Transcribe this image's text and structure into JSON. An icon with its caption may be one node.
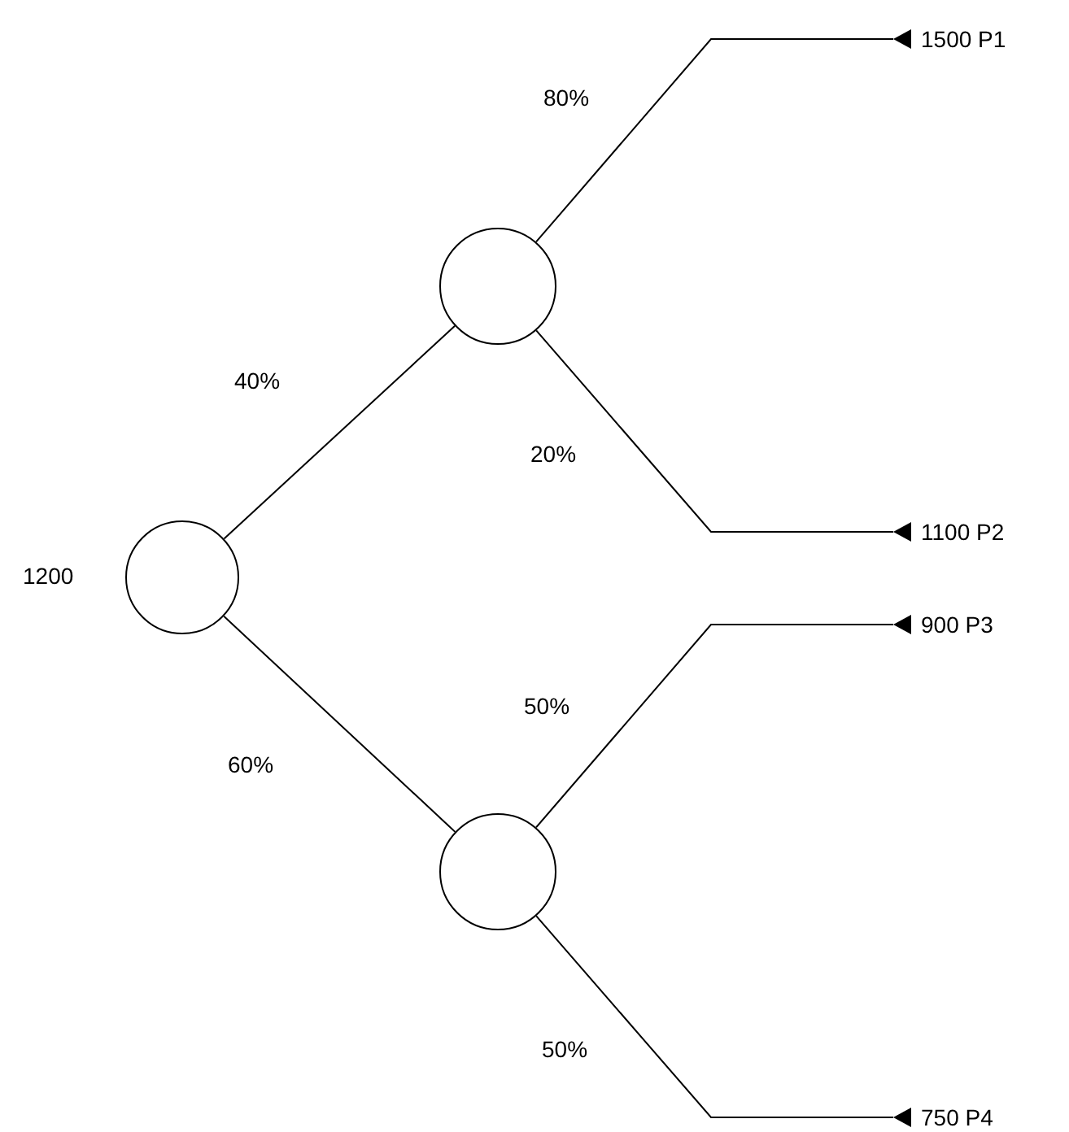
{
  "diagram": {
    "nodes": [
      {
        "text": [],
        "shape": "circle",
        "beside": [
          "1200"
        ]
      },
      {
        "text": [],
        "shape": "circle"
      },
      {
        "text": [],
        "shape": "circle"
      },
      {
        "text": [
          "1500 P1"
        ]
      },
      {
        "text": [
          "1100 P2"
        ]
      },
      {
        "text": [
          "900 P3"
        ]
      },
      {
        "text": [
          "750 P4"
        ]
      }
    ],
    "edges": [
      {
        "from": 0,
        "to": 1,
        "arrow": "none",
        "label": "40%"
      },
      {
        "from": 0,
        "to": 2,
        "arrow": "none",
        "label": "60%"
      },
      {
        "from": 1,
        "to": 3,
        "arrow": "none",
        "label": "80%"
      },
      {
        "from": 1,
        "to": 4,
        "arrow": "none",
        "label": "20%"
      },
      {
        "from": 2,
        "to": 5,
        "arrow": "none",
        "label": "50%"
      },
      {
        "from": 2,
        "to": 6,
        "arrow": "none",
        "label": "50%"
      }
    ]
  }
}
